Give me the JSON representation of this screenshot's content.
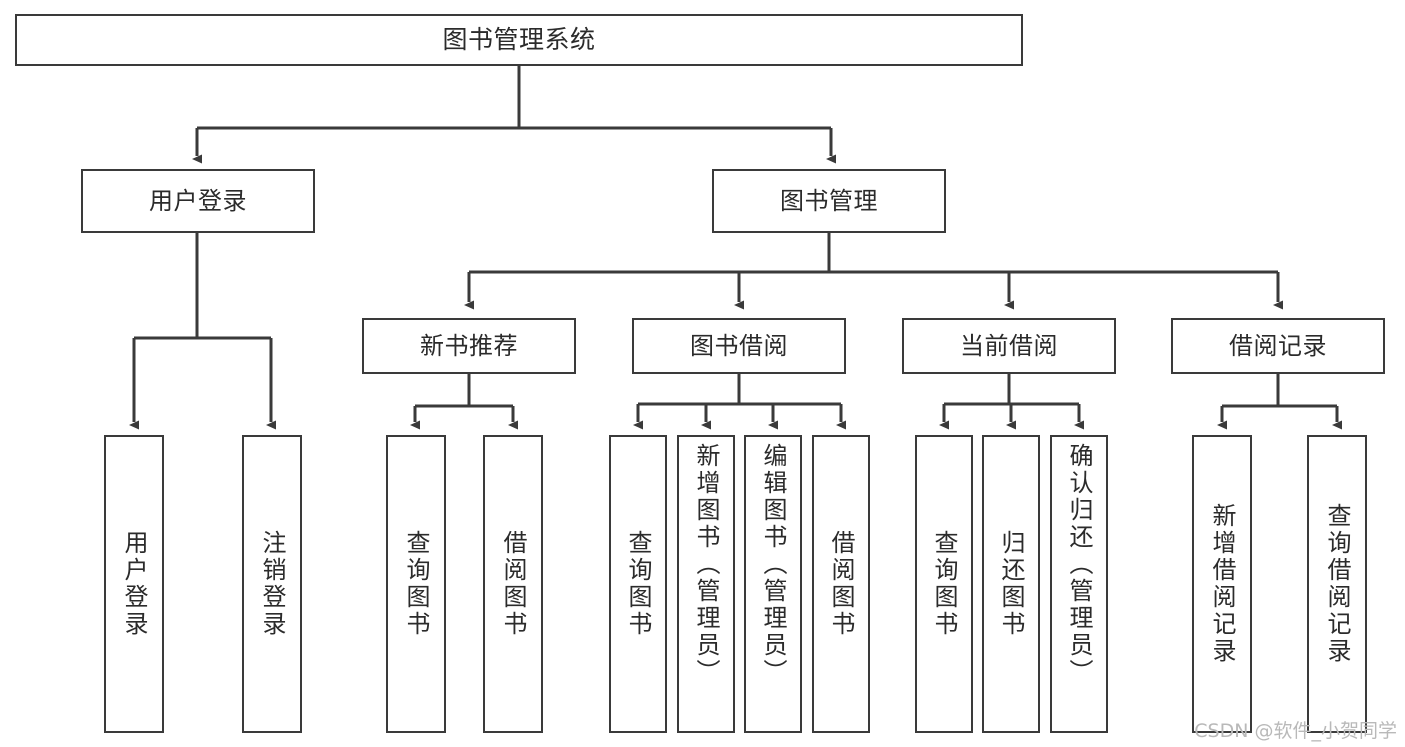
{
  "diagram": {
    "type": "tree-hierarchy-chart",
    "title": "图书管理系统",
    "orientation": "top-down",
    "colors": {
      "box_border": "#3a3a3a",
      "box_fill": "#ffffff",
      "connector": "#3a3a3a",
      "text": "#2b2b2b",
      "watermark": "#b9b9b9",
      "background": "#ffffff"
    },
    "root": {
      "label": "图书管理系统"
    },
    "level2": [
      {
        "id": "user-login",
        "label": "用户登录"
      },
      {
        "id": "book-manage",
        "label": "图书管理"
      }
    ],
    "level3": [
      {
        "id": "new-book-recommend",
        "label": "新书推荐",
        "parent": "book-manage"
      },
      {
        "id": "book-borrow",
        "label": "图书借阅",
        "parent": "book-manage"
      },
      {
        "id": "current-borrow",
        "label": "当前借阅",
        "parent": "book-manage"
      },
      {
        "id": "borrow-record",
        "label": "借阅记录",
        "parent": "book-manage"
      }
    ],
    "leaves": [
      {
        "id": "leaf-user-login",
        "label": "用户登录",
        "parent": "user-login"
      },
      {
        "id": "leaf-logout",
        "label": "注销登录",
        "parent": "user-login"
      },
      {
        "id": "leaf-query-book-1",
        "label": "查询图书",
        "parent": "new-book-recommend"
      },
      {
        "id": "leaf-borrow-book-1",
        "label": "借阅图书",
        "parent": "new-book-recommend"
      },
      {
        "id": "leaf-query-book-2",
        "label": "查询图书",
        "parent": "book-borrow"
      },
      {
        "id": "leaf-add-book",
        "label": "新增图书（管理员）",
        "parent": "book-borrow"
      },
      {
        "id": "leaf-edit-book",
        "label": "编辑图书（管理员）",
        "parent": "book-borrow"
      },
      {
        "id": "leaf-borrow-book-2",
        "label": "借阅图书",
        "parent": "book-borrow"
      },
      {
        "id": "leaf-query-book-3",
        "label": "查询图书",
        "parent": "current-borrow"
      },
      {
        "id": "leaf-return-book",
        "label": "归还图书",
        "parent": "current-borrow"
      },
      {
        "id": "leaf-confirm-return",
        "label": "确认归还（管理员）",
        "parent": "current-borrow"
      },
      {
        "id": "leaf-add-record",
        "label": "新增借阅记录",
        "parent": "borrow-record"
      },
      {
        "id": "leaf-query-record",
        "label": "查询借阅记录",
        "parent": "borrow-record"
      }
    ],
    "watermark": "CSDN @软件_小贺同学"
  }
}
